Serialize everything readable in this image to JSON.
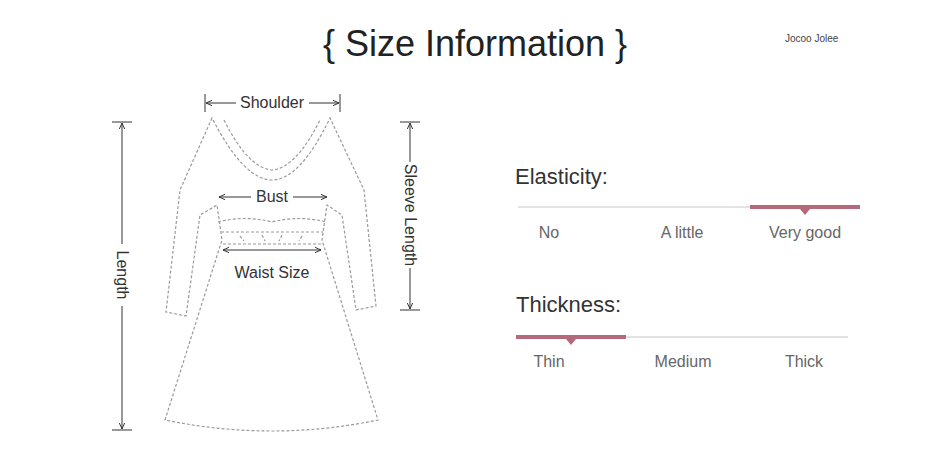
{
  "diagram": {
    "title": "{ Size Information }",
    "labels": [
      "Jocoo Jolee",
      "Shoulder",
      "Bust",
      "Waist Size",
      "Length",
      "Sleeve Length",
      "Elasticity:",
      "No",
      "A little",
      "Very good",
      "Thickness:",
      "Thin",
      "Medium",
      "Thick"
    ]
  }
}
